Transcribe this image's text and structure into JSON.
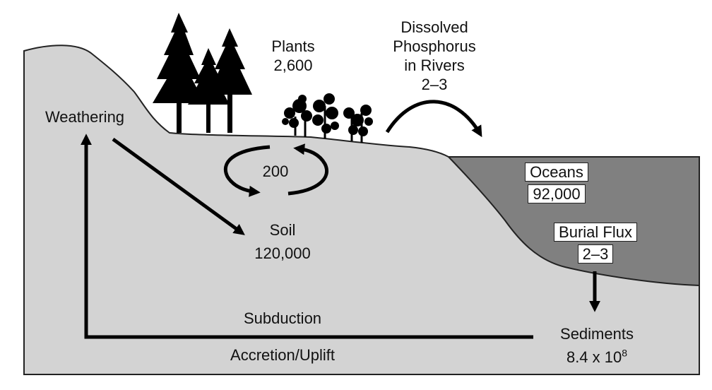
{
  "labels": {
    "plants_title": "Plants",
    "plants_value": "2,600",
    "rivers_line1": "Dissolved",
    "rivers_line2": "Phosphorus",
    "rivers_line3": "in Rivers",
    "rivers_value": "2–3",
    "weathering": "Weathering",
    "soil_cycle_value": "200",
    "soil_title": "Soil",
    "soil_value": "120,000",
    "oceans_title": "Oceans",
    "oceans_value": "92,000",
    "burial_title": "Burial Flux",
    "burial_value": "2–3",
    "subduction": "Subduction",
    "accretion": "Accretion/Uplift",
    "sediments_title": "Sediments",
    "sediments_base": "8.4 x 10",
    "sediments_exp": "8"
  },
  "icons": {
    "trees": "conifer-tree-icon",
    "shrubs": "shrub-icon"
  },
  "colors": {
    "land": "#d3d3d3",
    "ocean": "#808080",
    "ink": "#000000",
    "outline": "#222222"
  }
}
